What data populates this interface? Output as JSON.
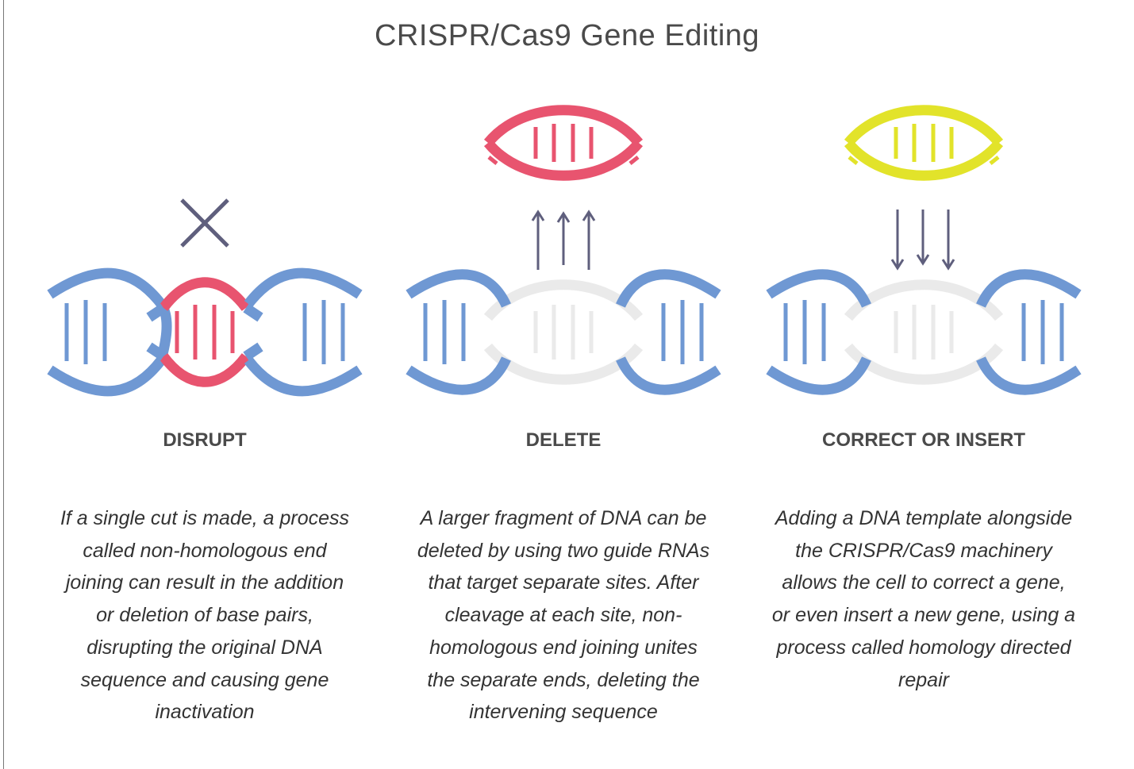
{
  "title": "CRISPR/Cas9 Gene Editing",
  "colors": {
    "strand": "#6F98D3",
    "cut": "#E8546F",
    "removed": "#EAEAEA",
    "insert": "#E2E32A",
    "arrow": "#5F5F7D"
  },
  "panels": [
    {
      "heading": "DISRUPT",
      "description_lines": [
        "If a single cut is made, a process",
        "called non-homologous end",
        "joining can result in the addition",
        "or deletion of base pairs,",
        "disrupting the original DNA",
        "sequence and causing gene",
        "inactivation"
      ]
    },
    {
      "heading": "DELETE",
      "description_lines": [
        "A larger fragment of DNA can be",
        "deleted by using two guide RNAs",
        "that target separate sites. After",
        "cleavage at each site, non-",
        "homologous end joining unites",
        "the separate ends, deleting the",
        "intervening sequence"
      ]
    },
    {
      "heading": "CORRECT OR INSERT",
      "description_lines": [
        "Adding a DNA template alongside",
        "the CRISPR/Cas9 machinery",
        "allows the cell to correct a gene,",
        "or even insert a new gene, using a",
        "process called homology directed",
        "repair"
      ]
    }
  ]
}
